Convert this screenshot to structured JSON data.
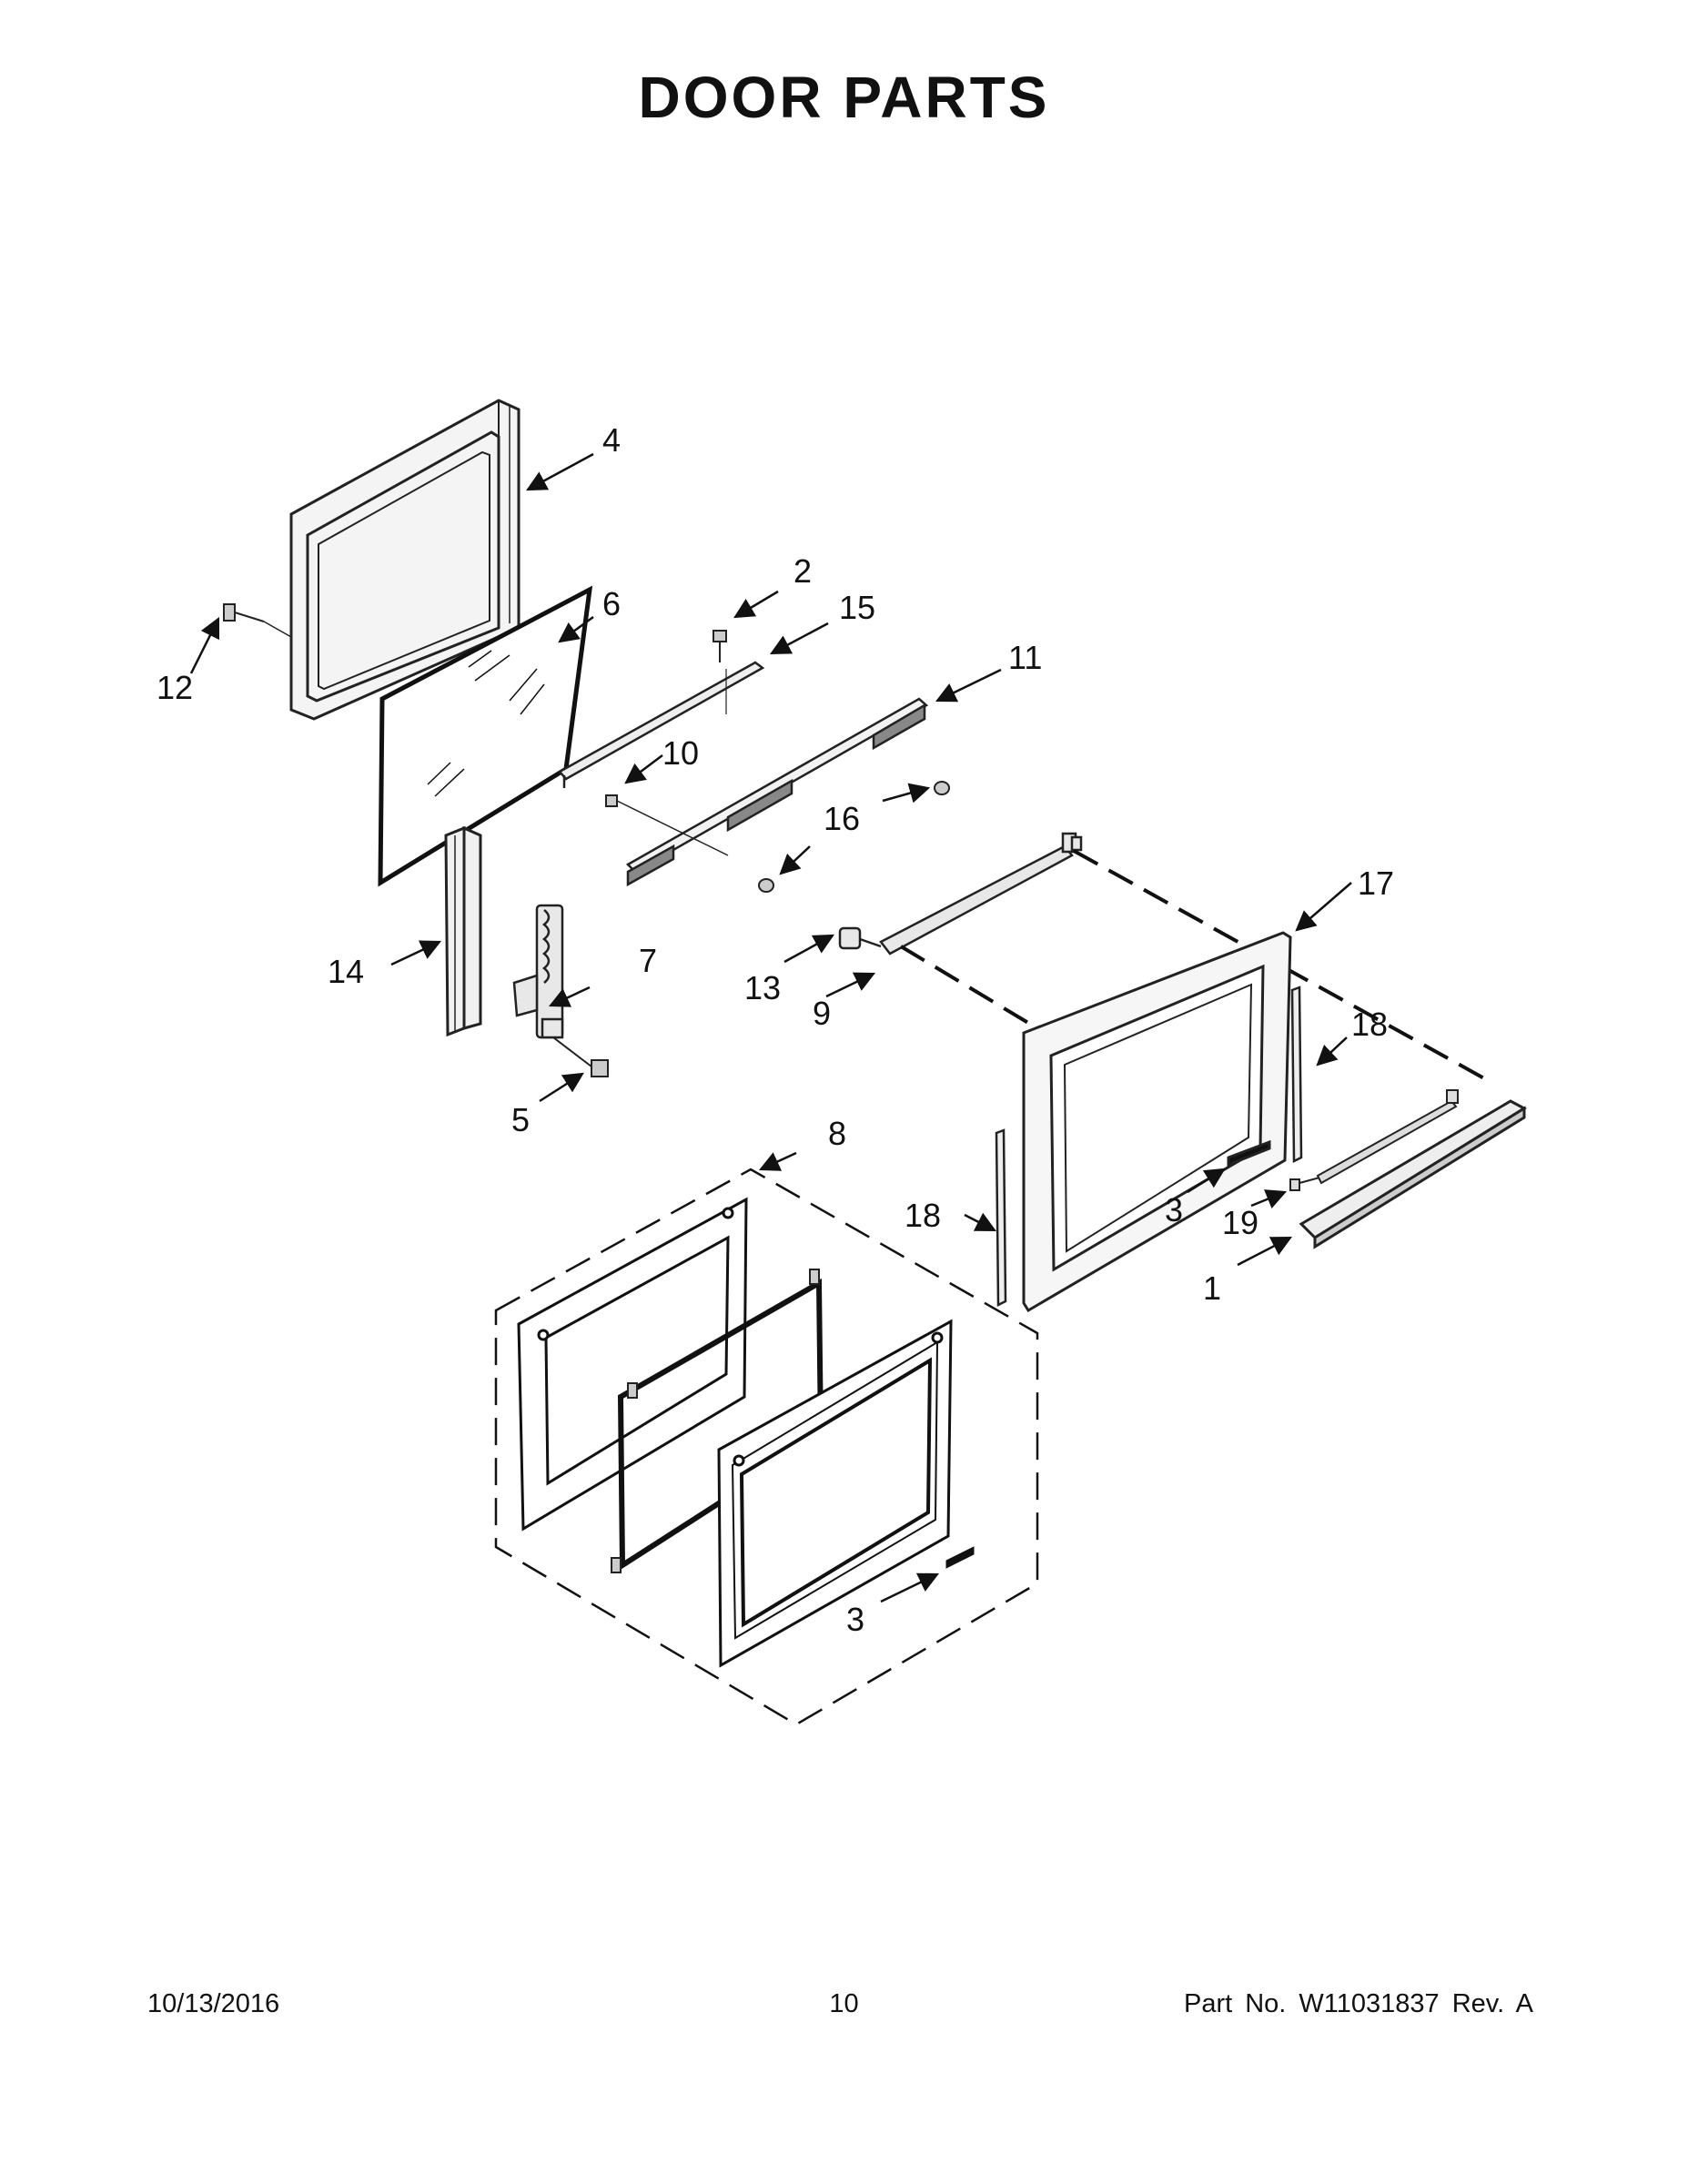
{
  "title": "DOOR PARTS",
  "labels": {
    "l1": "1",
    "l2": "2",
    "l3a": "3",
    "l3b": "3",
    "l4": "4",
    "l5": "5",
    "l6": "6",
    "l7": "7",
    "l8": "8",
    "l9": "9",
    "l10": "10",
    "l11": "11",
    "l12": "12",
    "l13": "13",
    "l14": "14",
    "l15": "15",
    "l16": "16",
    "l17": "17",
    "l18a": "18",
    "l18b": "18",
    "l19": "19"
  },
  "footer": {
    "date": "10/13/2016",
    "page": "10",
    "part": "Part No.  W11031837  Rev.  A"
  }
}
